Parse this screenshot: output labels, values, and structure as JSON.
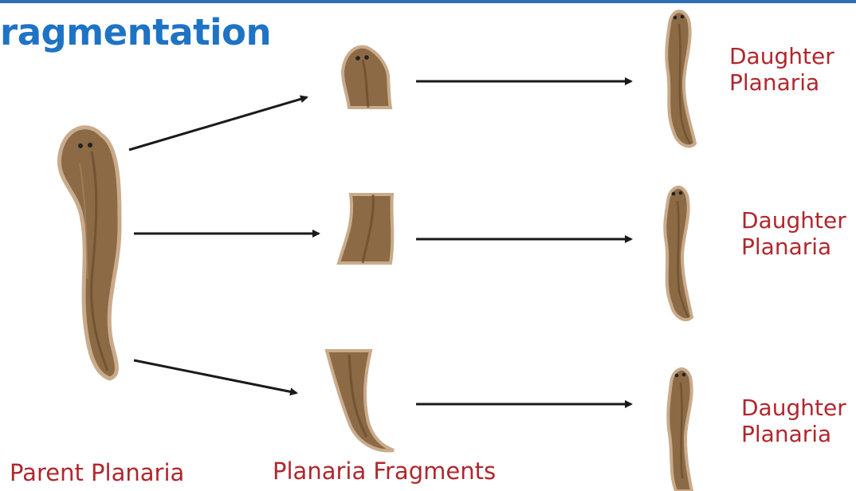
{
  "title": "ragmentation",
  "labels": {
    "parent": "Parent Planaria",
    "fragments": "Planaria Fragments",
    "daughters": [
      {
        "line1": "Daughter",
        "line2": "Planaria"
      },
      {
        "line1": "Daughter",
        "line2": "Planaria"
      },
      {
        "line1": "Daughter",
        "line2": "Planaria"
      }
    ]
  },
  "colors": {
    "title": "#1f73c4",
    "labels": "#b0272d",
    "worm_body": "#8b6a45",
    "worm_outline": "#c9ab8c",
    "worm_stripe": "#6b4a2c",
    "arrows": "#1a1a1a"
  }
}
